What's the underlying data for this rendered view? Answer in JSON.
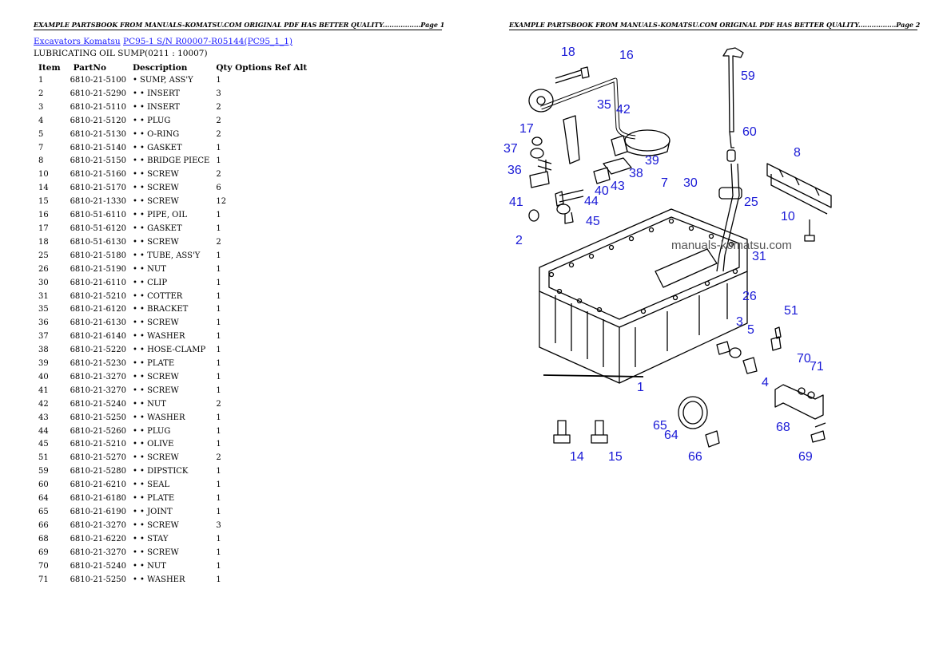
{
  "page1": {
    "header": "EXAMPLE PARTSBOOK FROM MANUALS-KOMATSU.COM ORIGINAL PDF HAS BETTER QUALITY.................Page 1",
    "breadcrumb": {
      "link1": "Excavators Komatsu",
      "link2": "PC95-1 S/N R00007-R05144(PC95_1_1)"
    },
    "subtitle": "LUBRICATING OIL SUMP(0211 : 10007)",
    "columns": [
      "Item",
      "PartNo",
      "Description",
      "Qty",
      "Options",
      "Ref",
      "Alt"
    ],
    "column_header_text": "Qty Options Ref Alt",
    "rows": [
      {
        "item": "1",
        "part": "6810-21-5100",
        "desc": "• SUMP, ASS'Y",
        "qty": "1"
      },
      {
        "item": "2",
        "part": "6810-21-5290",
        "desc": "• • INSERT",
        "qty": "3"
      },
      {
        "item": "3",
        "part": "6810-21-5110",
        "desc": "• • INSERT",
        "qty": "2"
      },
      {
        "item": "4",
        "part": "6810-21-5120",
        "desc": "• • PLUG",
        "qty": "2"
      },
      {
        "item": "5",
        "part": "6810-21-5130",
        "desc": "• • O-RING",
        "qty": "2"
      },
      {
        "item": "7",
        "part": "6810-21-5140",
        "desc": "• • GASKET",
        "qty": "1"
      },
      {
        "item": "8",
        "part": "6810-21-5150",
        "desc": "• • BRIDGE PIECE",
        "qty": "1"
      },
      {
        "item": "10",
        "part": "6810-21-5160",
        "desc": "• • SCREW",
        "qty": "2"
      },
      {
        "item": "14",
        "part": "6810-21-5170",
        "desc": "• • SCREW",
        "qty": "6"
      },
      {
        "item": "15",
        "part": "6810-21-1330",
        "desc": "• • SCREW",
        "qty": "12"
      },
      {
        "item": "16",
        "part": "6810-51-6110",
        "desc": "• • PIPE, OIL",
        "qty": "1"
      },
      {
        "item": "17",
        "part": "6810-51-6120",
        "desc": "• • GASKET",
        "qty": "1"
      },
      {
        "item": "18",
        "part": "6810-51-6130",
        "desc": "• • SCREW",
        "qty": "2"
      },
      {
        "item": "25",
        "part": "6810-21-5180",
        "desc": "• • TUBE, ASS'Y",
        "qty": "1"
      },
      {
        "item": "26",
        "part": "6810-21-5190",
        "desc": "• • NUT",
        "qty": "1"
      },
      {
        "item": "30",
        "part": "6810-21-6110",
        "desc": "• • CLIP",
        "qty": "1"
      },
      {
        "item": "31",
        "part": "6810-21-5210",
        "desc": "• • COTTER",
        "qty": "1"
      },
      {
        "item": "35",
        "part": "6810-21-6120",
        "desc": "• • BRACKET",
        "qty": "1"
      },
      {
        "item": "36",
        "part": "6810-21-6130",
        "desc": "• • SCREW",
        "qty": "1"
      },
      {
        "item": "37",
        "part": "6810-21-6140",
        "desc": "• • WASHER",
        "qty": "1"
      },
      {
        "item": "38",
        "part": "6810-21-5220",
        "desc": "• • HOSE-CLAMP",
        "qty": "1"
      },
      {
        "item": "39",
        "part": "6810-21-5230",
        "desc": "• • PLATE",
        "qty": "1"
      },
      {
        "item": "40",
        "part": "6810-21-3270",
        "desc": "• • SCREW",
        "qty": "1"
      },
      {
        "item": "41",
        "part": "6810-21-3270",
        "desc": "• • SCREW",
        "qty": "1"
      },
      {
        "item": "42",
        "part": "6810-21-5240",
        "desc": "• • NUT",
        "qty": "2"
      },
      {
        "item": "43",
        "part": "6810-21-5250",
        "desc": "• • WASHER",
        "qty": "1"
      },
      {
        "item": "44",
        "part": "6810-21-5260",
        "desc": "• • PLUG",
        "qty": "1"
      },
      {
        "item": "45",
        "part": "6810-21-5210",
        "desc": "• • OLIVE",
        "qty": "1"
      },
      {
        "item": "51",
        "part": "6810-21-5270",
        "desc": "• • SCREW",
        "qty": "2"
      },
      {
        "item": "59",
        "part": "6810-21-5280",
        "desc": "• • DIPSTICK",
        "qty": "1"
      },
      {
        "item": "60",
        "part": "6810-21-6210",
        "desc": "• • SEAL",
        "qty": "1"
      },
      {
        "item": "64",
        "part": "6810-21-6180",
        "desc": "• • PLATE",
        "qty": "1"
      },
      {
        "item": "65",
        "part": "6810-21-6190",
        "desc": "• • JOINT",
        "qty": "1"
      },
      {
        "item": "66",
        "part": "6810-21-3270",
        "desc": "• • SCREW",
        "qty": "3"
      },
      {
        "item": "68",
        "part": "6810-21-6220",
        "desc": "• • STAY",
        "qty": "1"
      },
      {
        "item": "69",
        "part": "6810-21-3270",
        "desc": "• • SCREW",
        "qty": "1"
      },
      {
        "item": "70",
        "part": "6810-21-5240",
        "desc": "• • NUT",
        "qty": "1"
      },
      {
        "item": "71",
        "part": "6810-21-5250",
        "desc": "• • WASHER",
        "qty": "1"
      }
    ]
  },
  "page2": {
    "header": "EXAMPLE PARTSBOOK FROM MANUALS-KOMATSU.COM ORIGINAL PDF HAS BETTER QUALITY.................Page 2",
    "watermark": "manuals-komatsu.com",
    "callouts": [
      {
        "num": "18"
      },
      {
        "num": "16"
      },
      {
        "num": "59"
      },
      {
        "num": "35"
      },
      {
        "num": "42"
      },
      {
        "num": "17"
      },
      {
        "num": "60"
      },
      {
        "num": "37"
      },
      {
        "num": "39"
      },
      {
        "num": "38"
      },
      {
        "num": "36"
      },
      {
        "num": "8"
      },
      {
        "num": "43"
      },
      {
        "num": "40"
      },
      {
        "num": "7"
      },
      {
        "num": "30"
      },
      {
        "num": "25"
      },
      {
        "num": "41"
      },
      {
        "num": "44"
      },
      {
        "num": "10"
      },
      {
        "num": "45"
      },
      {
        "num": "2"
      },
      {
        "num": "31"
      },
      {
        "num": "26"
      },
      {
        "num": "51"
      },
      {
        "num": "3"
      },
      {
        "num": "5"
      },
      {
        "num": "70"
      },
      {
        "num": "71"
      },
      {
        "num": "4"
      },
      {
        "num": "1"
      },
      {
        "num": "65"
      },
      {
        "num": "64"
      },
      {
        "num": "68"
      },
      {
        "num": "14"
      },
      {
        "num": "15"
      },
      {
        "num": "66"
      },
      {
        "num": "69"
      }
    ],
    "callout_color": "#1a1ad6"
  }
}
